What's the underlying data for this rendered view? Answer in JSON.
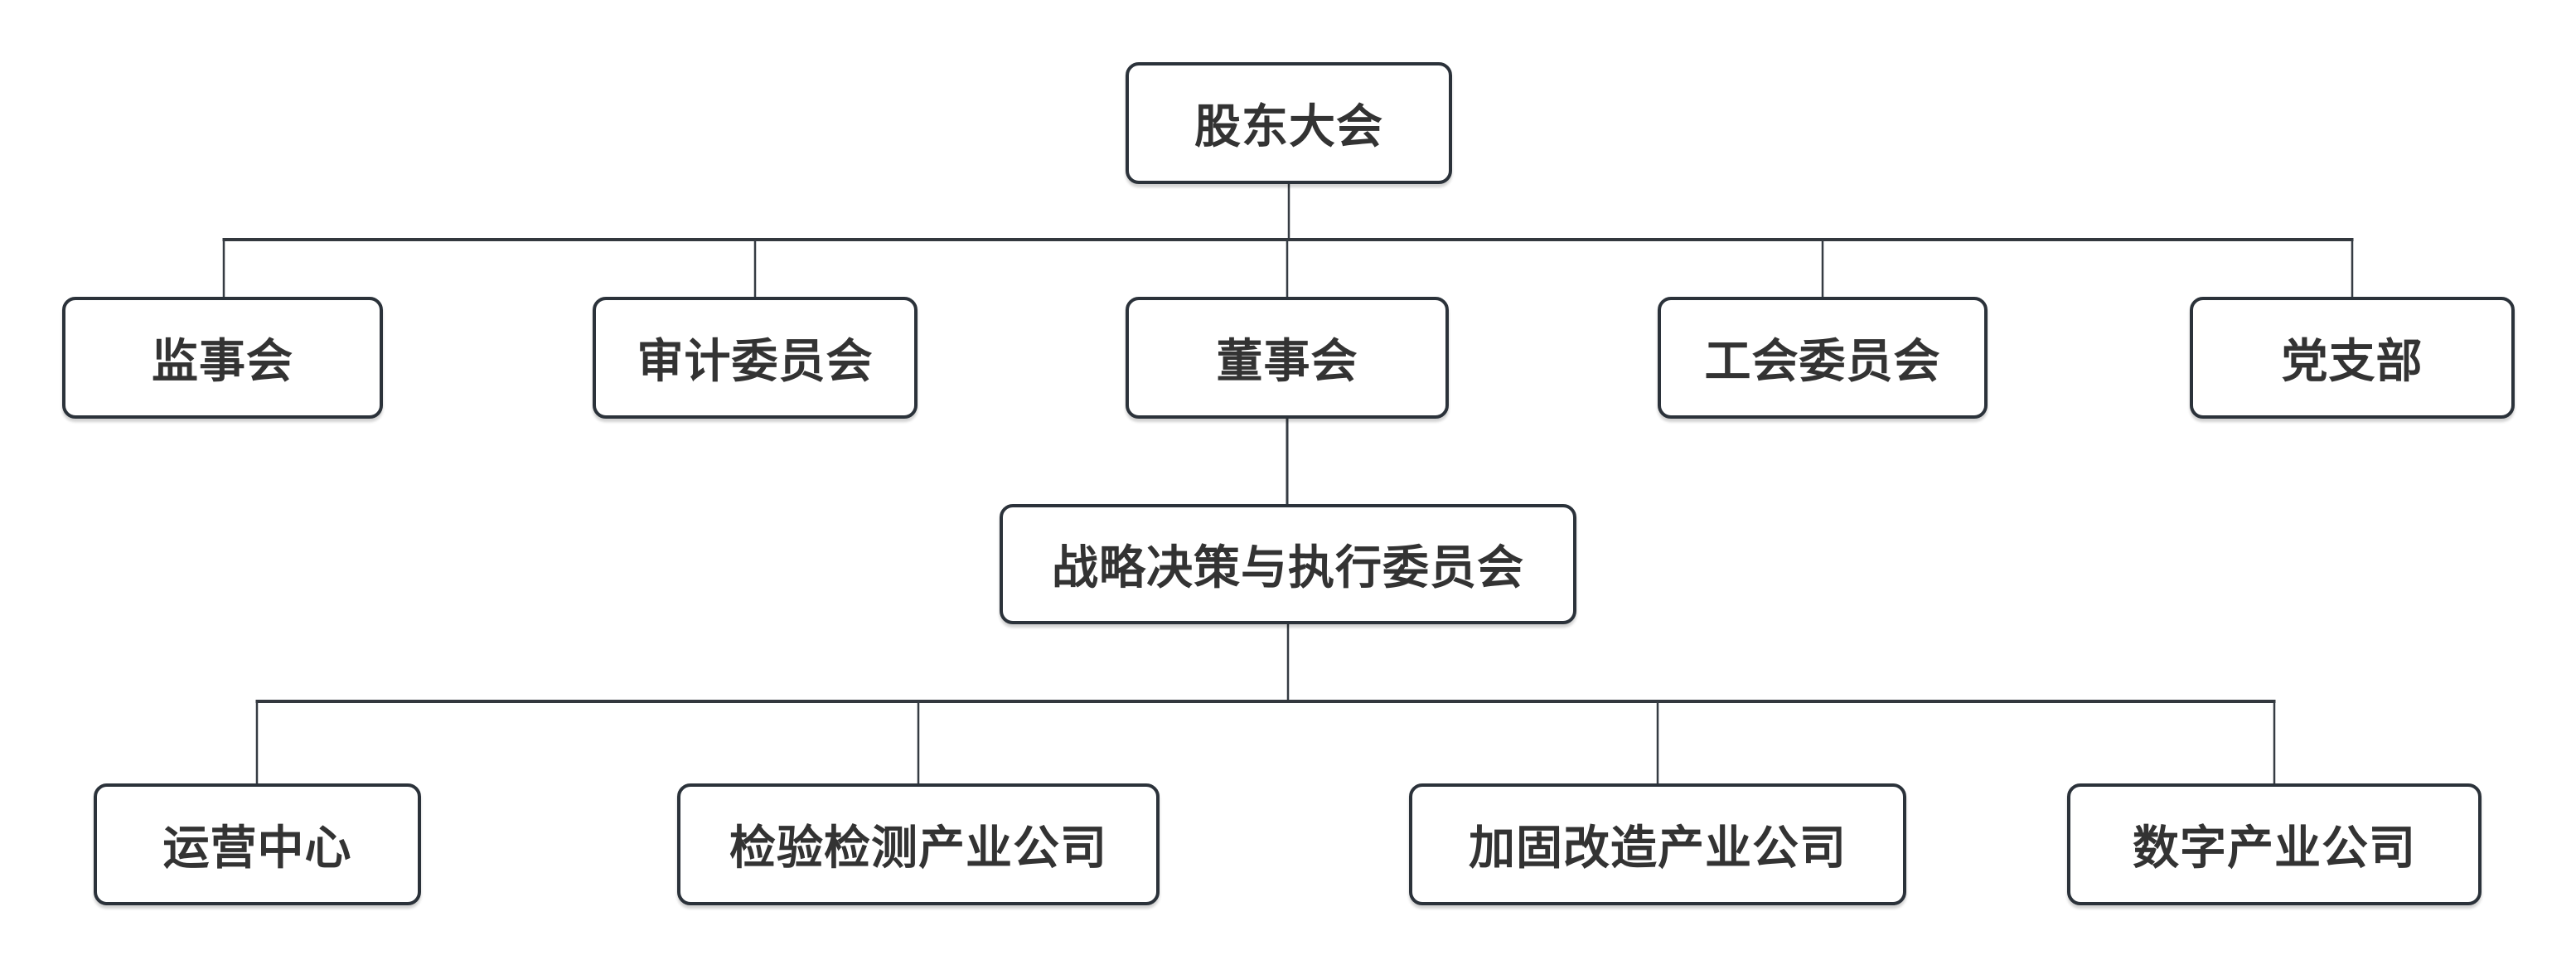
{
  "diagram": {
    "type": "org-chart",
    "background_color": "#ffffff",
    "node_fill_color": "#ffffff",
    "node_border_color": "#2b323a",
    "node_text_color": "#333333",
    "connector_color": "#363c43",
    "nodes": {
      "root": {
        "label": "股东大会",
        "level": 1
      },
      "supervisory_board": {
        "label": "监事会",
        "level": 2
      },
      "audit_committee": {
        "label": "审计委员会",
        "level": 2
      },
      "board_of_directors": {
        "label": "董事会",
        "level": 2
      },
      "labor_union_committee": {
        "label": "工会委员会",
        "level": 2
      },
      "party_branch": {
        "label": "党支部",
        "level": 2
      },
      "strategy_committee": {
        "label": "战略决策与执行委员会",
        "level": 3
      },
      "operations_center": {
        "label": "运营中心",
        "level": 4
      },
      "inspection_testing_company": {
        "label": "检验检测产业公司",
        "level": 4
      },
      "reinforcement_renovation_company": {
        "label": "加固改造产业公司",
        "level": 4
      },
      "digital_industry_company": {
        "label": "数字产业公司",
        "level": 4
      }
    },
    "edges": [
      "股东大会 → 监事会",
      "股东大会 → 审计委员会",
      "股东大会 → 董事会",
      "股东大会 → 工会委员会",
      "股东大会 → 党支部",
      "董事会 → 战略决策与执行委员会",
      "战略决策与执行委员会 → 运营中心",
      "战略决策与执行委员会 → 检验检测产业公司",
      "战略决策与执行委员会 → 加固改造产业公司",
      "战略决策与执行委员会 → 数字产业公司"
    ]
  }
}
